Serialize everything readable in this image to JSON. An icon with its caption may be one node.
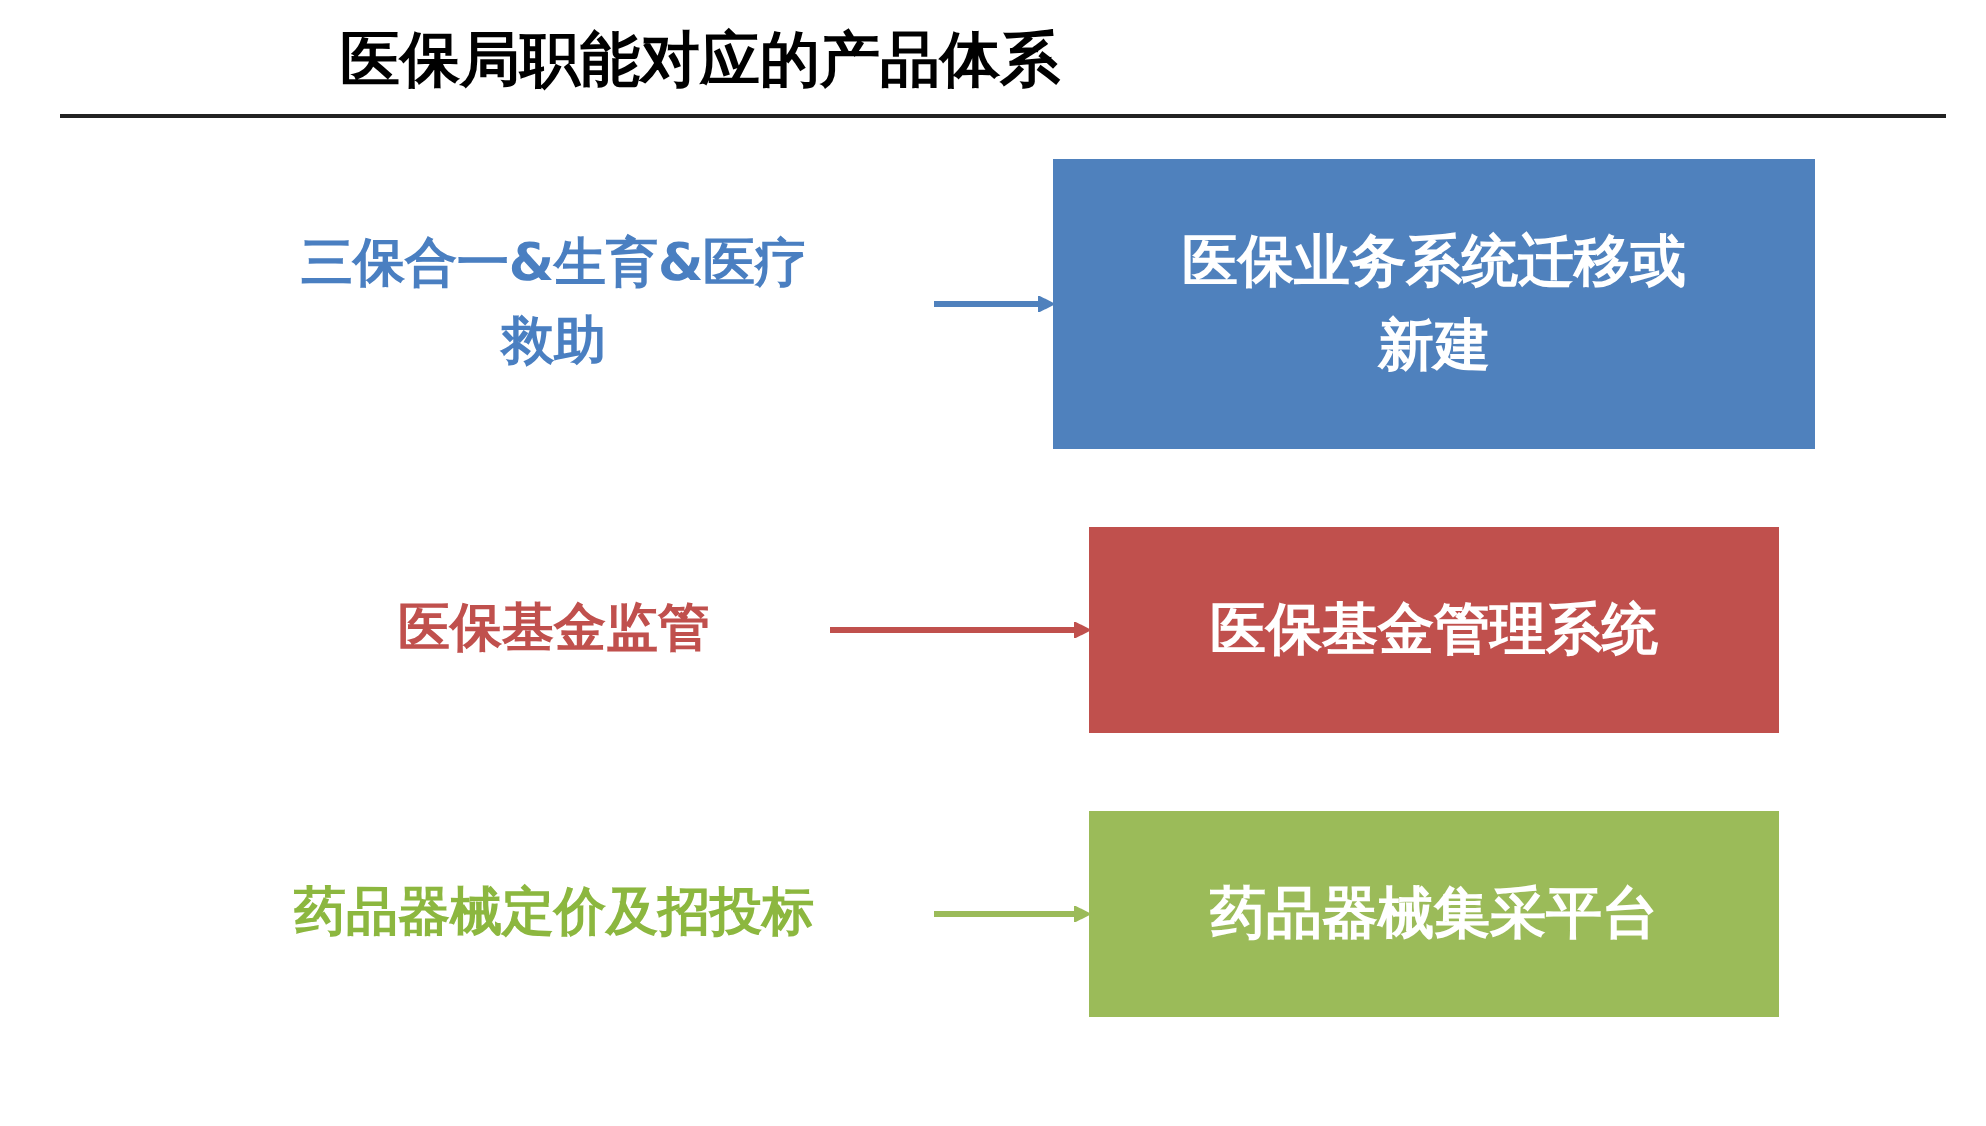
{
  "diagram": {
    "title": "医保局职能对应的产品体系",
    "nodes": [
      {
        "text": [
          "三保合一&生育&医疗救助"
        ]
      },
      {
        "text": [
          "医保业务系统迁移或新建"
        ]
      },
      {
        "text": [
          "医保基金监管"
        ]
      },
      {
        "text": [
          "医保基金管理系统"
        ]
      },
      {
        "text": [
          "药品器械定价及招投标"
        ]
      },
      {
        "text": [
          "药品器械集采平台"
        ]
      }
    ],
    "edges": [
      {
        "from": 0,
        "to": 1,
        "arrow": "to",
        "color": "#4f81bd"
      },
      {
        "from": 2,
        "to": 3,
        "arrow": "to",
        "color": "#c0504d"
      },
      {
        "from": 4,
        "to": 5,
        "arrow": "to",
        "color": "#9bbb59"
      }
    ]
  }
}
